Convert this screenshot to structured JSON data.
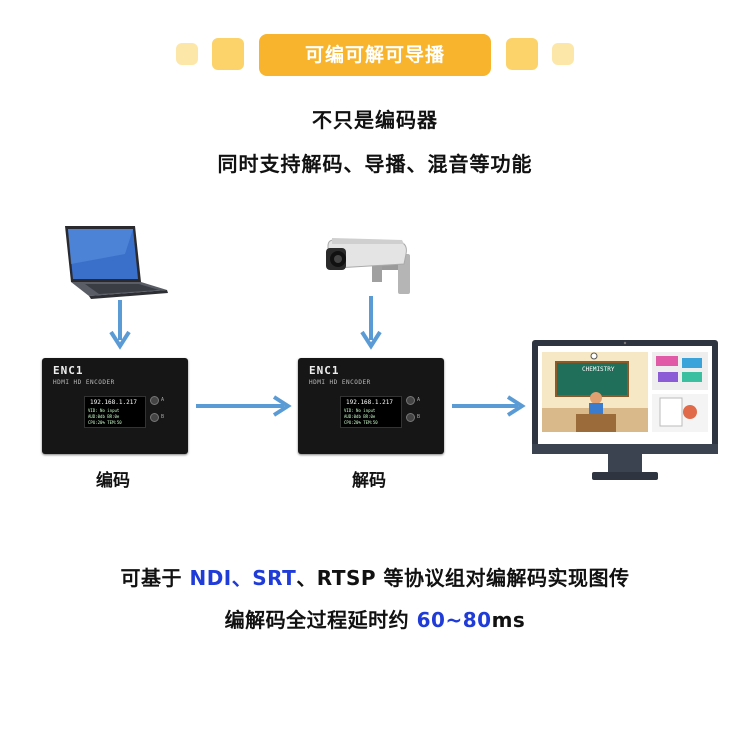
{
  "banner": {
    "title": "可编可解可导播"
  },
  "heading": {
    "line1": "不只是编码器",
    "line2": "同时支持解码、导播、混音等功能"
  },
  "devices": {
    "encoder": {
      "name": "ENC1",
      "model": "HDMI HD ENCODER",
      "ip": "192.168.1.217",
      "status_lines": [
        "VID: No input",
        "AUD:0db    BR:0e",
        "CPU:20%   TEM:50"
      ],
      "buttons": [
        "A",
        "B"
      ],
      "label": "编码"
    },
    "decoder": {
      "name": "ENC1",
      "model": "HDMI HD ENCODER",
      "ip": "192.168.1.217",
      "status_lines": [
        "VID: No input",
        "AUD:0db    BR:0e",
        "CPU:20%   TEM:50"
      ],
      "buttons": [
        "A",
        "B"
      ],
      "label": "解码"
    }
  },
  "monitor": {
    "board_text": "CHEMISTRY"
  },
  "bottom": {
    "line1_prefix": "可基于 ",
    "line1_ndi": "NDI",
    "line1_sep1": "、",
    "line1_srt": "SRT",
    "line1_rest": "、RTSP 等协议组对编解码实现图传",
    "line2_prefix": "编解码全过程延时约 ",
    "line2_value": "60~80",
    "line2_unit": "ms"
  },
  "colors": {
    "banner": "#f7b42c",
    "square_light": "#fde7a8",
    "square_dark": "#fbd36a",
    "arrow": "#5b9bd5",
    "highlight": "#1f3bd8"
  }
}
